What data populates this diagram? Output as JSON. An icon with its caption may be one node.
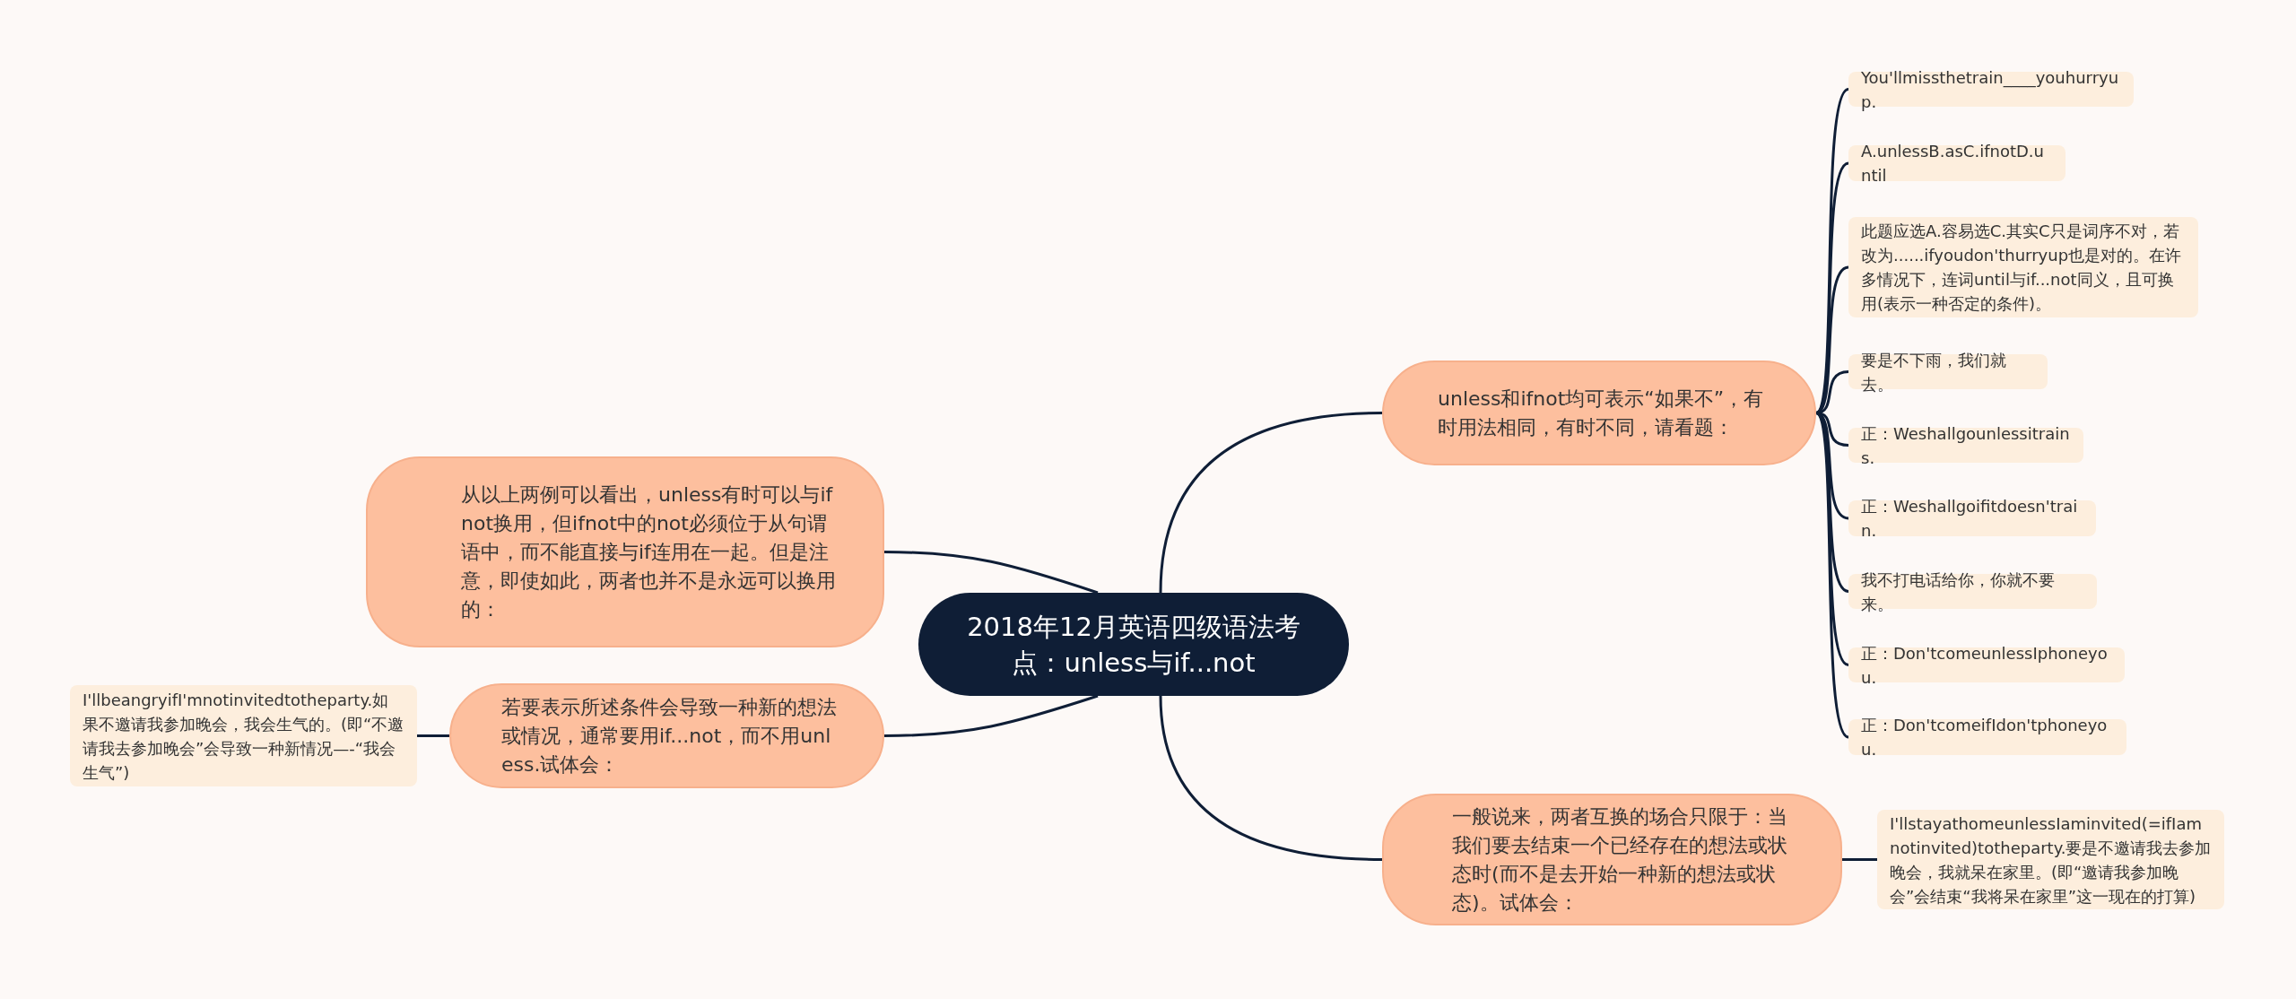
{
  "diagram": {
    "nodes": [
      {
        "text": [
          "2018年12月英语四级语法考点：unless与if...not"
        ]
      },
      {
        "text": [
          "从以上两例可以看出，unless有时可以与ifnot换用，但ifnot中的not必须位于从句谓语中，而不能直接与if连用在一起。但是注意，即使如此，两者也并不是永远可以换用的："
        ]
      },
      {
        "text": [
          "若要表示所述条件会导致一种新的想法或情况，通常要用if...not，而不用unless.试体会："
        ]
      },
      {
        "text": [
          "I'llbeangryifI'mnotinvitedtotheparty.如果不邀请我参加晚会，我会生气的。(即“不邀请我去参加晚会”会导致一种新情况—-“我会生气”)"
        ]
      },
      {
        "text": [
          "unless和ifnot均可表示“如果不”，有时用法相同，有时不同，请看题："
        ]
      },
      {
        "text": [
          "You'llmissthetrain____youhurryup."
        ]
      },
      {
        "text": [
          "A.unlessB.asC.ifnotD.until"
        ]
      },
      {
        "text": [
          "此题应选A.容易选C.其实C只是词序不对，若改为......ifyoudon'thurryup也是对的。在许多情况下，连词until与if...not同义，且可换用(表示一种否定的条件)。"
        ]
      },
      {
        "text": [
          "要是不下雨，我们就去。"
        ]
      },
      {
        "text": [
          "正：Weshallgounlessitrains."
        ]
      },
      {
        "text": [
          "正：Weshallgoifitdoesn'train."
        ]
      },
      {
        "text": [
          "我不打电话给你，你就不要来。"
        ]
      },
      {
        "text": [
          "正：Don'tcomeunlessIphoneyou."
        ]
      },
      {
        "text": [
          "正：Don'tcomeifIdon'tphoneyou."
        ]
      },
      {
        "text": [
          "一般说来，两者互换的场合只限于：当我们要去结束一个已经存在的想法或状态时(而不是去开始一种新的想法或状态)。试体会："
        ]
      },
      {
        "text": [
          "I'llstayathomeunlessIaminvited(=ifIamnotinvited)totheparty.要是不邀请我去参加晚会，我就呆在家里。(即“邀请我参加晚会”会结束“我将呆在家里”这一现在的打算)"
        ]
      }
    ],
    "edges": [
      {
        "from": 0,
        "to": 1,
        "arrow": "none"
      },
      {
        "from": 0,
        "to": 2,
        "arrow": "none"
      },
      {
        "from": 2,
        "to": 3,
        "arrow": "none"
      },
      {
        "from": 0,
        "to": 4,
        "arrow": "none"
      },
      {
        "from": 4,
        "to": 5,
        "arrow": "none"
      },
      {
        "from": 4,
        "to": 6,
        "arrow": "none"
      },
      {
        "from": 4,
        "to": 7,
        "arrow": "none"
      },
      {
        "from": 4,
        "to": 8,
        "arrow": "none"
      },
      {
        "from": 4,
        "to": 9,
        "arrow": "none"
      },
      {
        "from": 4,
        "to": 10,
        "arrow": "none"
      },
      {
        "from": 4,
        "to": 11,
        "arrow": "none"
      },
      {
        "from": 4,
        "to": 12,
        "arrow": "none"
      },
      {
        "from": 4,
        "to": 13,
        "arrow": "none"
      },
      {
        "from": 0,
        "to": 14,
        "arrow": "none"
      },
      {
        "from": 14,
        "to": 15,
        "arrow": "none"
      }
    ]
  }
}
